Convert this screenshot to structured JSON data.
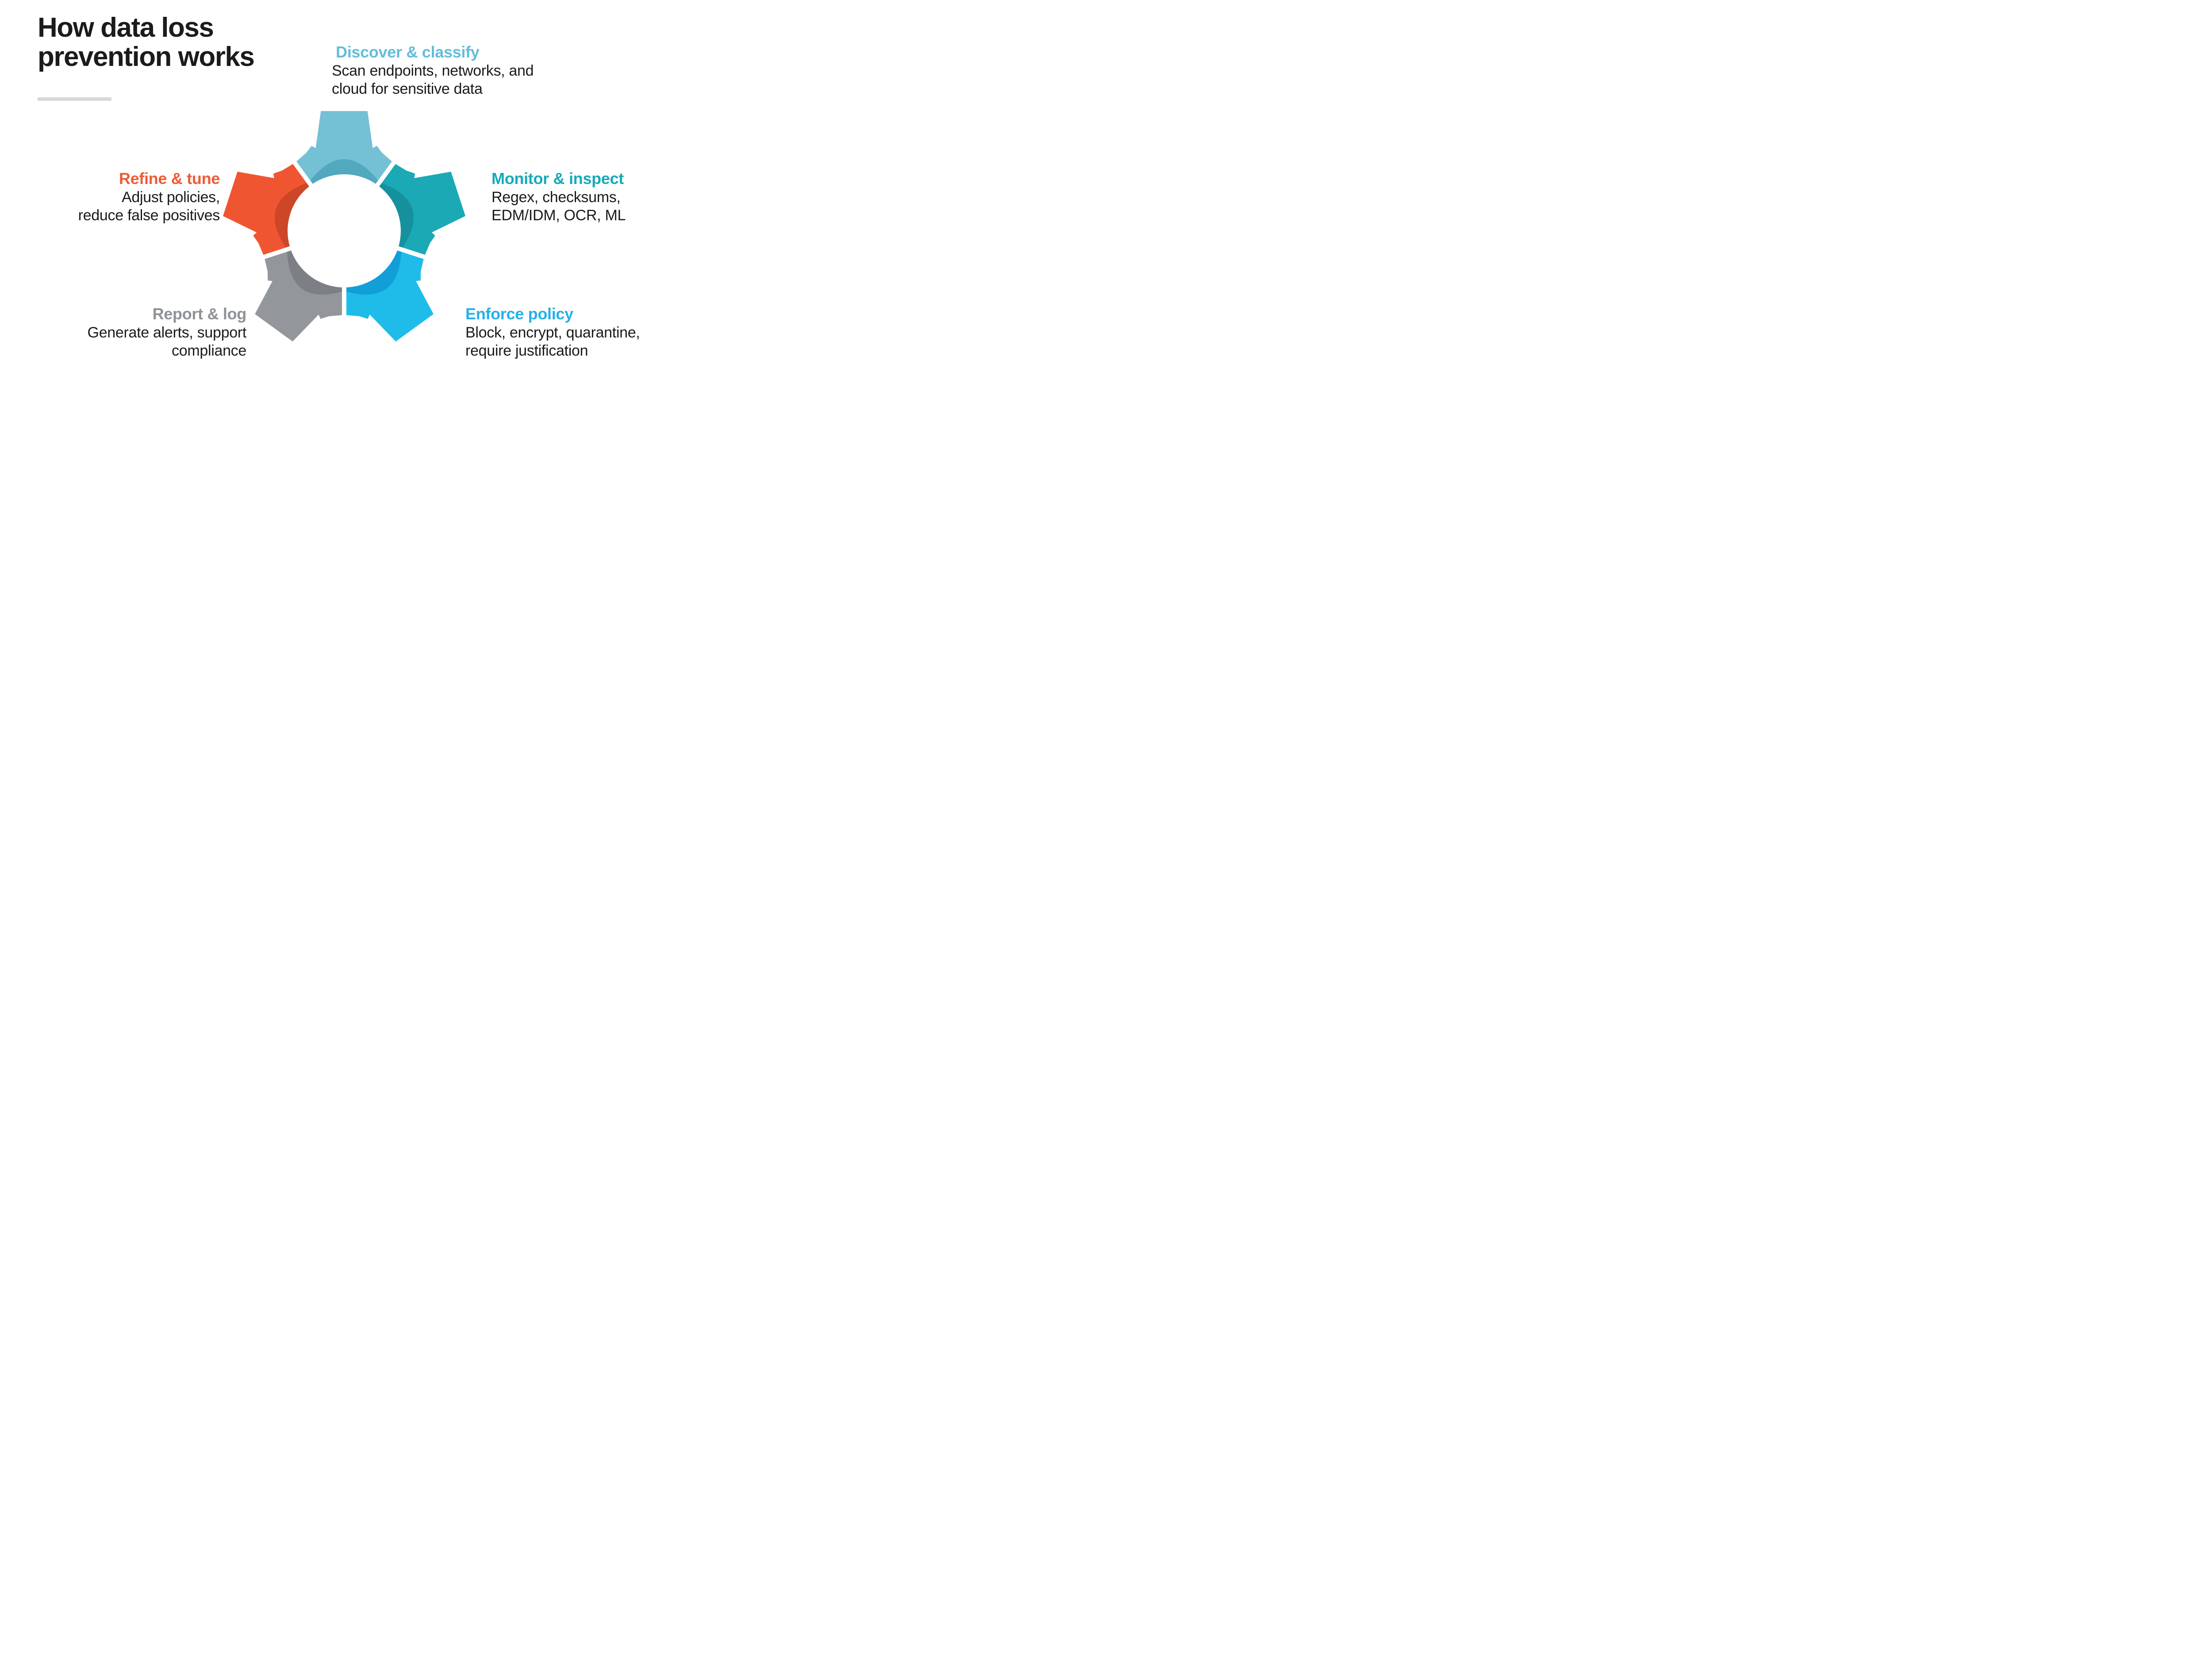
{
  "title": {
    "line1": "How data loss",
    "line2": "prevention works",
    "color": "#1d1b1a",
    "divider_color": "#d8d8d8"
  },
  "body_text_color": "#1b1b1b",
  "background_color": "#ffffff",
  "gear": {
    "gap_color": "#ffffff",
    "hole_color": "#ffffff"
  },
  "steps": [
    {
      "id": "discover",
      "heading": "Discover & classify",
      "heading_color": "#63bdd9",
      "body": [
        "Scan endpoints, networks, and",
        "cloud for sensitive data"
      ],
      "align": "left",
      "segment_color": "#74c0d5",
      "segment_shade_color": "#52a8bd"
    },
    {
      "id": "monitor",
      "heading": "Monitor & inspect",
      "heading_color": "#16a9ba",
      "body": [
        "Regex, checksums,",
        "EDM/IDM, OCR, ML"
      ],
      "align": "left",
      "segment_color": "#1ba9b6",
      "segment_shade_color": "#17909e"
    },
    {
      "id": "enforce",
      "heading": "Enforce policy",
      "heading_color": "#25b0e8",
      "body": [
        "Block, encrypt, quarantine,",
        "require justification"
      ],
      "align": "left",
      "segment_color": "#1fbce9",
      "segment_shade_color": "#129fd8"
    },
    {
      "id": "report",
      "heading": "Report & log",
      "heading_color": "#8e9297",
      "body": [
        "Generate alerts, support",
        "compliance"
      ],
      "align": "right",
      "segment_color": "#93979c",
      "segment_shade_color": "#7c8085"
    },
    {
      "id": "refine",
      "heading": "Refine & tune",
      "heading_color": "#f05b35",
      "body": [
        "Adjust policies,",
        "reduce false positives"
      ],
      "align": "right",
      "segment_color": "#f05532",
      "segment_shade_color": "#ce4628"
    }
  ]
}
